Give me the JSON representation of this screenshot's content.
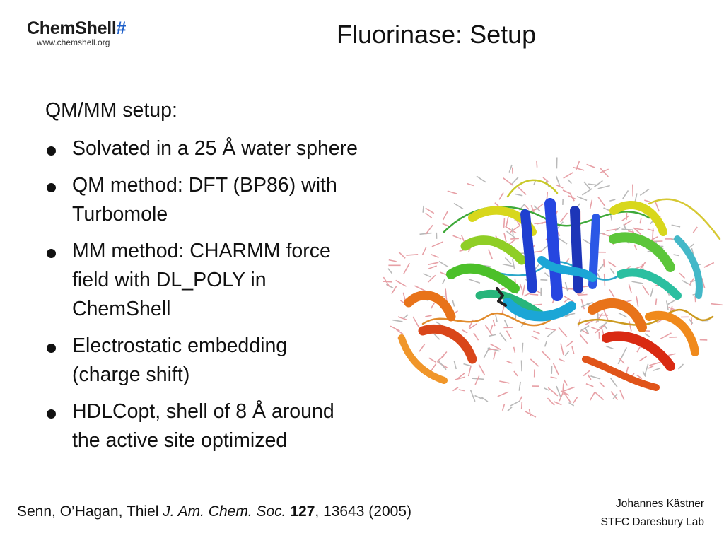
{
  "header": {
    "logo": {
      "chem": "Chem",
      "shell": "Shell",
      "hash": "#",
      "url": "www.chemshell.org"
    },
    "title": "Fluorinase: Setup"
  },
  "content": {
    "intro": "QM/MM setup:",
    "bullets": [
      {
        "line1": "Solvated in a 25 Å water sphere",
        "line2": "",
        "line3": ""
      },
      {
        "line1": "QM method: DFT (BP86) with",
        "line2": "Turbomole",
        "line3": ""
      },
      {
        "line1": "MM method: CHARMM force",
        "line2": "field with DL_POLY in",
        "line3": "ChemShell"
      },
      {
        "line1": "Electrostatic embedding",
        "line2": "(charge shift)",
        "line3": ""
      },
      {
        "line1": "HDLCopt, shell of 8 Å around",
        "line2": "the active site optimized",
        "line3": ""
      }
    ]
  },
  "citation": {
    "authors": "Senn, O’Hagan, Thiel ",
    "journal": "J. Am. Chem. Soc.",
    "volume": "127",
    "pages_year": ", 13643 (2005)"
  },
  "footer": {
    "name": "Johannes Kästner",
    "affiliation": "STFC Daresbury Lab"
  },
  "colors": {
    "logo_hash": "#1d5fc9",
    "water": "#e7a0a6",
    "helix_blue": "#1f3fd0",
    "helix_green": "#4cc02a",
    "helix_yellow": "#d8d71c",
    "helix_orange": "#e8731a",
    "helix_red": "#d92a12",
    "helix_cyan": "#1ba6d6"
  },
  "image": {
    "subject": "protein-molecule-ribbon-render"
  }
}
